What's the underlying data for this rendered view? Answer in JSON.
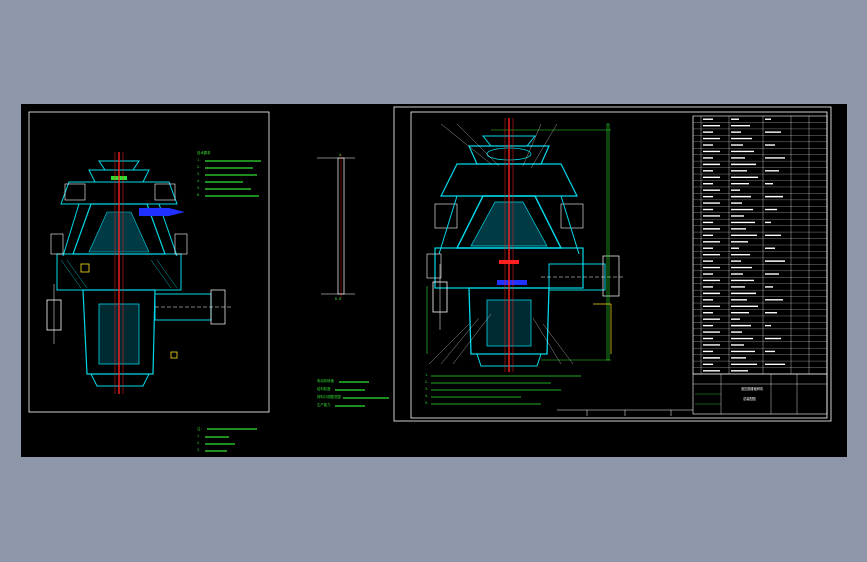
{
  "annotations_left_top": [
    "技术要求",
    "1.",
    "2.",
    "3.",
    "4.",
    "5.",
    "6."
  ],
  "annotations_left_bottom": [
    "注：",
    "1.",
    "2.",
    "3."
  ],
  "parameters": [
    "电动机转速",
    "给料粒度",
    "排料口调整范围",
    "生产能力"
  ],
  "right_notes": [
    "1.",
    "2.",
    "3.",
    "4.",
    "5."
  ],
  "title_block": [
    "液压圆锥破碎机",
    "总装配图"
  ],
  "colors": {
    "background": "#8e96a9",
    "sheet": "#000000",
    "outline": "#ffffff",
    "section": "#00d8e8",
    "centerline": "#ff2020",
    "text": "#30e030",
    "highlight": "#2030ff",
    "mark": "#ffe020"
  }
}
